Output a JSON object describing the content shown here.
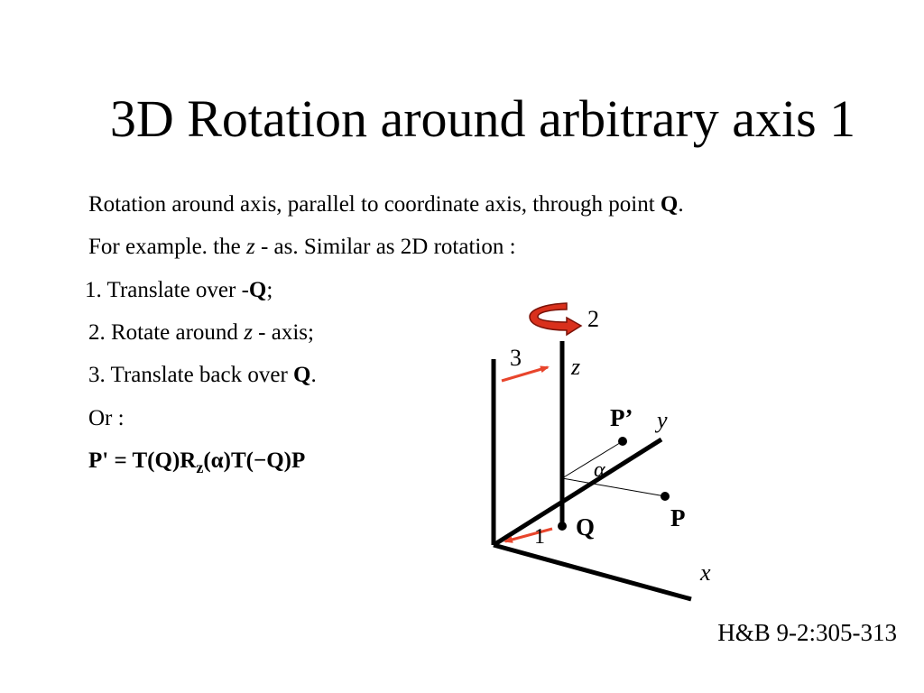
{
  "title": "3D Rotation around arbitrary axis 1",
  "body": {
    "line1_text": "Rotation  around  axis,  parallel  to coordinate  axis,  through  point ",
    "line1_bold": "Q",
    "line1_end": ".",
    "line2_a": "For example.  the ",
    "line2_var": "z",
    "line2_b": " - as. Similar  as 2D rotation :",
    "step1_a": "1. Translate  over -",
    "step1_bold": "Q",
    "step1_end": ";",
    "step2_a": "2. Rotate around ",
    "step2_var": "z",
    "step2_b": " - axis;",
    "step3_a": "3. Translate  back over ",
    "step3_bold": "Q",
    "step3_end": ".",
    "or": "Or :",
    "formula_a": "P' = T(Q)R",
    "formula_sub": "z",
    "formula_b": "(α)T(−Q)P"
  },
  "diagram": {
    "label_z": "z",
    "label_y": "y",
    "label_x": "x",
    "label_P": "P",
    "label_Pprime": "P’",
    "label_Q": "Q",
    "label_alpha": "α",
    "step_1": "1",
    "step_2": "2",
    "step_3": "3",
    "colors": {
      "arrow": "#e8452c",
      "rotation_fill": "#d9301c",
      "rotation_edge": "#7a1208"
    }
  },
  "reference": "H&B 9-2:305-313"
}
